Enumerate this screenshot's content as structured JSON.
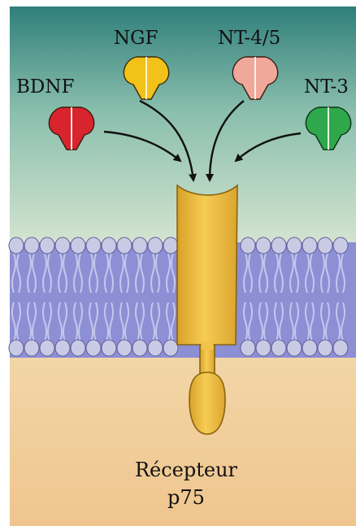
{
  "ligands": [
    {
      "label": "BDNF",
      "color": "#d8242c"
    },
    {
      "label": "NGF",
      "color": "#f2c21a"
    },
    {
      "label": "NT-4/5",
      "color": "#f0a89a"
    },
    {
      "label": "NT-3",
      "color": "#2ea84a"
    }
  ],
  "receptor": {
    "label_line1": "Récepteur",
    "label_line2": "p75",
    "color": "#f1bb3c"
  },
  "colors": {
    "top": "#2f7f7a",
    "mid": "#bcd9d0",
    "bottom": "#f0c891",
    "membrane": "#8c8fd4",
    "lipid_head": "#c9cbe4"
  }
}
